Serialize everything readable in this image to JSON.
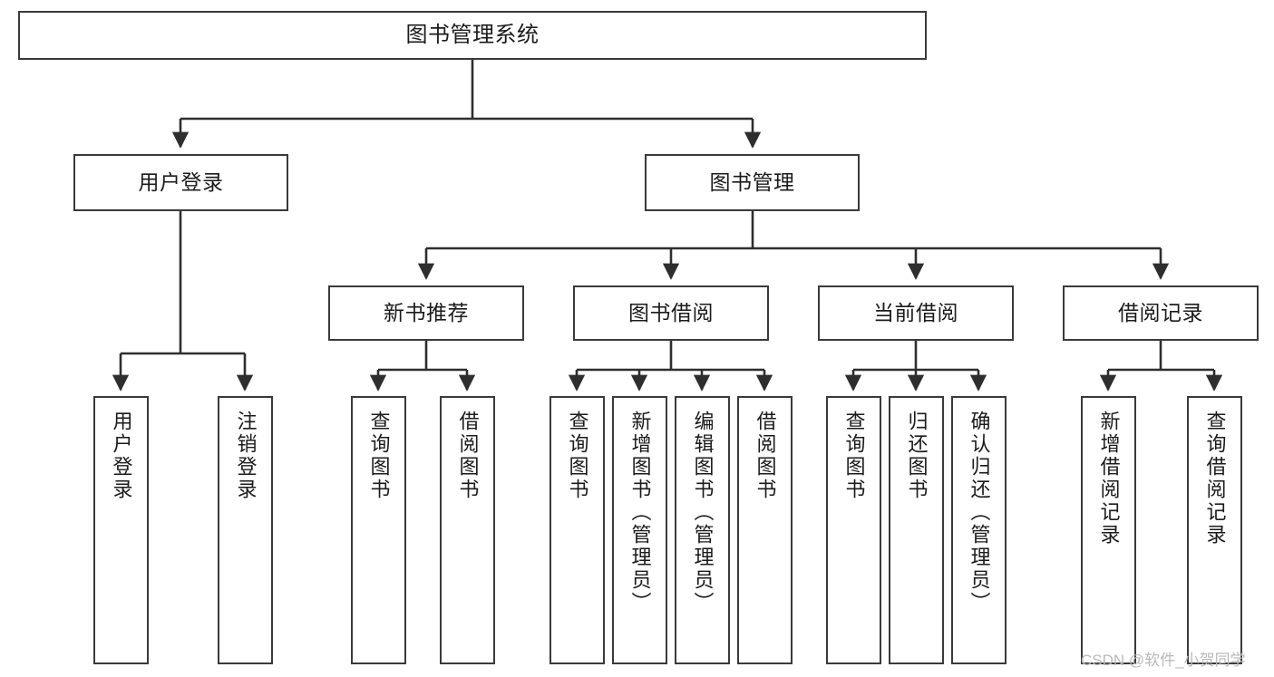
{
  "diagram": {
    "title": "图书管理系统",
    "type": "tree-hierarchy",
    "stroke_color": "#3a3a3a",
    "text_color": "#1b1b1b",
    "background_color": "#ffffff"
  },
  "nodes": {
    "root": {
      "label": "图书管理系统"
    },
    "level2": [
      {
        "label": "用户登录"
      },
      {
        "label": "图书管理"
      }
    ],
    "level3": [
      {
        "label": "新书推荐"
      },
      {
        "label": "图书借阅"
      },
      {
        "label": "当前借阅"
      },
      {
        "label": "借阅记录"
      }
    ],
    "leaves": {
      "user_login": [
        {
          "label": "用户登录"
        },
        {
          "label": "注销登录"
        }
      ],
      "new_book": [
        {
          "label": "查询图书"
        },
        {
          "label": "借阅图书"
        }
      ],
      "book_borrow": [
        {
          "label": "查询图书"
        },
        {
          "label": "新增图书（管理员）"
        },
        {
          "label": "编辑图书（管理员）"
        },
        {
          "label": "借阅图书"
        }
      ],
      "current_borrow": [
        {
          "label": "查询图书"
        },
        {
          "label": "归还图书"
        },
        {
          "label": "确认归还（管理员）"
        }
      ],
      "borrow_record": [
        {
          "label": "新增借阅记录"
        },
        {
          "label": "查询借阅记录"
        }
      ]
    }
  },
  "watermark": {
    "text": "CSDN @软件_小贺同学"
  }
}
